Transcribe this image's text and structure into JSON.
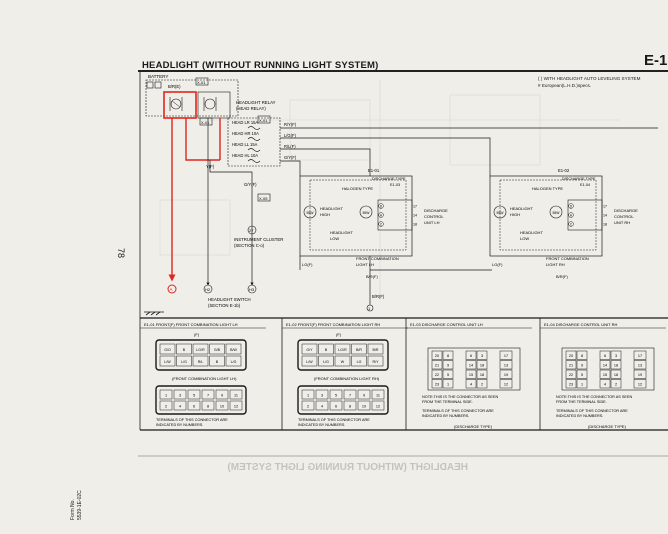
{
  "page": {
    "title": "HEADLIGHT (WITHOUT RUNNING LIGHT SYSTEM)",
    "section_code": "E-1",
    "page_number": "78",
    "side_code_1": "Form No.",
    "side_code_2": "5539-1E-02C",
    "notes": [
      "(  ) WITH HEADLIGHT AUTO LEVELING SYSTEM",
      "#  European(L.H.D.)specs."
    ],
    "bleed_title": "HEADLIGHT (WITHOUT RUNNING LIGHT SYSTEM)"
  },
  "colors": {
    "ink": "#1a1a1a",
    "highlight": "#e0261f",
    "paper": "#efeee9"
  },
  "diagram": {
    "battery_label": "BATTERY",
    "fuse_main": "B/R(E)",
    "conn_x01a": "X-01",
    "conn_x01b": "X-01",
    "conn_x01c": "X-01",
    "relay_label": "HEADLIGHT RELAY",
    "relay_label2": "(HEAD RELAY)",
    "fuses": [
      {
        "name": "HEAD LR 15A",
        "wire": "R/Y(F)"
      },
      {
        "name": "HEAD HR 10A",
        "wire": "L/G(F)"
      },
      {
        "name": "HEAD LL 15A",
        "wire": "R/L(F)"
      },
      {
        "name": "HEAD HL 10A",
        "wire": "G/Y(F)"
      }
    ],
    "wire_y": "Y(F)",
    "wire_gy": "G/Y(F)",
    "conn_x05": "X-05",
    "gauge_num": "27",
    "cluster_label": "INSTRUMENT CLUSTER",
    "cluster_section": "(SECTION C-o)",
    "switch_label": "HEADLIGHT SWITCH",
    "switch_section": "(SECTION E-1b)",
    "ground_red": "A",
    "ground_a": "H2",
    "ground_b": "H3",
    "lh": {
      "conn": "E1-01",
      "conn2": "E1-03",
      "discharge_type": "DISCHARGE TYPE",
      "halogen_type": "HALOGEN TYPE",
      "high": "HEADLIGHT HIGH",
      "low": "HEADLIGHT LOW",
      "control": "DISCHARGE CONTROL UNIT LH",
      "comb": "FRONT COMBINATION LIGHT LH",
      "wire_lg": "LG(F)",
      "wire_br": "B/R(F)",
      "pins": [
        "D",
        "A",
        "C"
      ],
      "pin_nums": [
        "17",
        "14",
        "18"
      ],
      "bulb_w": "55W"
    },
    "rh": {
      "conn": "E1-02",
      "conn2": "E1-04",
      "discharge_type": "DISCHARGE TYPE",
      "halogen_type": "HALOGEN TYPE",
      "high": "HEADLIGHT HIGH",
      "low": "HEADLIGHT LOW",
      "control": "DISCHARGE CONTROL UNIT RH",
      "comb": "FRONT COMBINATION LIGHT RH",
      "wire_lg": "LG(F)",
      "wire_br": "B/R(F)",
      "pins": [
        "D",
        "A",
        "C"
      ],
      "pin_nums": [
        "17",
        "14",
        "18"
      ],
      "bulb_w": "55W"
    },
    "wire_br_bottom": "B/R(F)",
    "ground_bottom": "1"
  },
  "connectors": [
    {
      "title": "E1-01 FRONT(F) FRONT COMBINATION LIGHT LH",
      "top_label": "(F)",
      "top_pins": [
        [
          "G/O",
          "B",
          "LG/R",
          "G/B",
          "B/W"
        ],
        [
          "L/W",
          "L/G",
          "R/L",
          "B",
          "L/G"
        ]
      ],
      "top_caption": "(FRONT COMBINATION LIGHT LH)",
      "bottom_pins": [
        [
          "1",
          "3",
          "5",
          "7",
          "9",
          "11"
        ],
        [
          "2",
          "4",
          "6",
          "8",
          "10",
          "12"
        ]
      ],
      "notes": [
        "TERMINALS OF THIS CONNECTOR ARE",
        "INDICATED BY NUMBERS."
      ]
    },
    {
      "title": "E1-02 FRONT(F) FRONT COMBINATION LIGHT RH",
      "top_label": "(F)",
      "top_pins": [
        [
          "G/Y",
          "B",
          "LG/R",
          "B/R",
          "B/R"
        ],
        [
          "L/W",
          "L/G",
          "W",
          "LG",
          "R/Y"
        ]
      ],
      "top_caption": "(FRONT COMBINATION LIGHT RH)",
      "bottom_pins": [
        [
          "1",
          "3",
          "5",
          "7",
          "9",
          "11"
        ],
        [
          "2",
          "4",
          "6",
          "8",
          "10",
          "12"
        ]
      ],
      "notes": [
        "TERMINALS OF THIS CONNECTOR ARE",
        "INDICATED BY NUMBERS."
      ]
    },
    {
      "title": "E1-03 DISCHARGE CONTROL UNIT LH",
      "grid_left": [
        [
          "20",
          "8"
        ],
        [
          "21",
          "9"
        ],
        [
          "22",
          "5"
        ],
        [
          "23",
          "1"
        ]
      ],
      "grid_mid": [
        [
          "6",
          "3"
        ],
        [
          "14",
          "18"
        ],
        [
          "15",
          "18"
        ],
        [
          "4",
          "2"
        ]
      ],
      "grid_right": [
        "17",
        "13",
        "19",
        "12"
      ],
      "notes": [
        "NOTE:THIS IS THE CONNECTOR AS SEEN",
        "FROM THE TERMINAL SIDE.",
        "TERMINALS OF THIS CONNECTOR ARE",
        "INDICATED BY NUMBERS."
      ],
      "caption": "(DISCHARGE TYPE)"
    },
    {
      "title": "E1-04 DISCHARGE CONTROL UNIT RH",
      "grid_left": [
        [
          "20",
          "8"
        ],
        [
          "21",
          "9"
        ],
        [
          "22",
          "5"
        ],
        [
          "23",
          "1"
        ]
      ],
      "grid_mid": [
        [
          "6",
          "3"
        ],
        [
          "14",
          "18"
        ],
        [
          "15",
          "18"
        ],
        [
          "4",
          "2"
        ]
      ],
      "grid_right": [
        "17",
        "13",
        "19",
        "12"
      ],
      "notes": [
        "NOTE:THIS IS THE CONNECTOR AS SEEN",
        "FROM THE TERMINAL SIDE.",
        "TERMINALS OF THIS CONNECTOR ARE",
        "INDICATED BY NUMBERS."
      ],
      "caption": "(DISCHARGE TYPE)"
    }
  ]
}
